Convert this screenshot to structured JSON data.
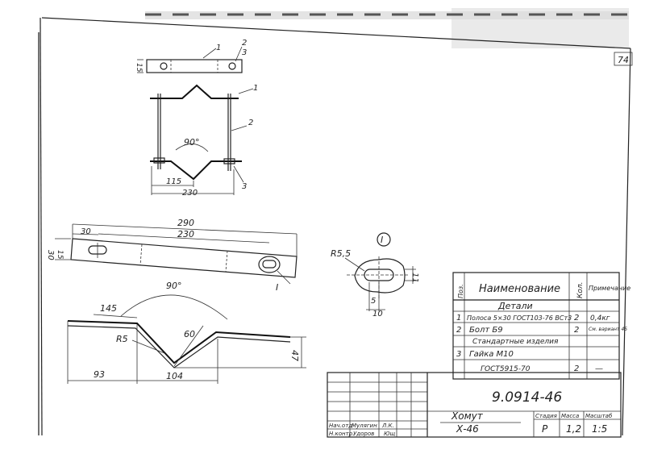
{
  "sheet": {
    "page_number": "74"
  },
  "top_view": {
    "label_1": "1",
    "label_2": "2",
    "label_3": "3",
    "dim_15": "15"
  },
  "clamp_view": {
    "label_1": "1",
    "label_2": "2",
    "label_3": "3",
    "angle": "90°",
    "dim_115": "115",
    "dim_230": "230"
  },
  "strip_view": {
    "dim_290": "290",
    "dim_230": "230",
    "dim_30_top": "30",
    "dim_30_side": "30",
    "dim_15": "15",
    "section_mark": "I"
  },
  "bent_view": {
    "angle": "90°",
    "dim_145": "145",
    "dim_60": "60",
    "radius": "R5",
    "dim_93": "93",
    "dim_104": "104",
    "dim_47": "47"
  },
  "detail_I": {
    "title": "I",
    "radius": "R5,5",
    "dim_11": "11",
    "dim_5": "5",
    "dim_10": "10"
  },
  "parts_table": {
    "headers": {
      "pos": "Поз.",
      "name": "Наименование",
      "qty": "Кол.",
      "note": "Приме­чание"
    },
    "section_details": "Детали",
    "rows": [
      {
        "pos": "1",
        "name": "Полоса 5×30 ГОСТ103-76 ВСт3",
        "qty": "2",
        "note": "0,4кг"
      },
      {
        "pos": "2",
        "name": "Болт Б9",
        "qty": "2",
        "note": "См. вариант 45"
      }
    ],
    "section_standard": "Стандартные изделия",
    "standard_rows": [
      {
        "pos": "3",
        "name": "Гайка М10",
        "qty": "",
        "note": ""
      },
      {
        "pos": "",
        "name": "ГОСТ5915-70",
        "qty": "2",
        "note": "—"
      }
    ]
  },
  "title_block": {
    "doc_number": "9.0914-46",
    "title_line1": "Хомут",
    "title_line2": "Х-46",
    "stage_label": "Стадия",
    "mass_label": "Масса",
    "scale_label": "Масштаб",
    "stage_value": "Р",
    "mass_value": "1,2",
    "scale_value": "1:5",
    "role_1": "Нач.отд",
    "role_2": "Н.контр.",
    "name_1": "Мулягин",
    "name_2": "Удоров",
    "sign_1": "Л.К.",
    "sign_2": "Ющ"
  }
}
